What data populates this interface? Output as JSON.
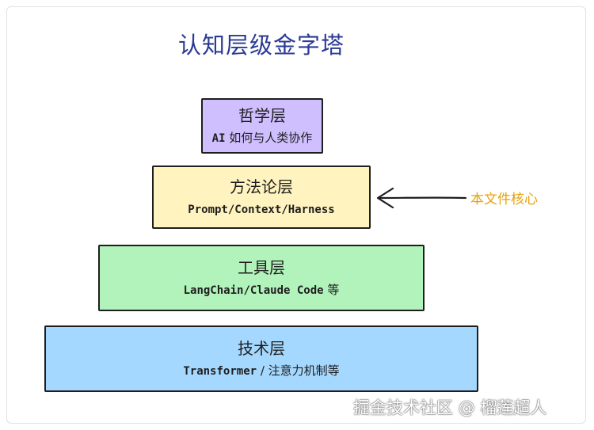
{
  "title": "认知层级金字塔",
  "layers": [
    {
      "name": "哲学层",
      "desc_bold": "AI",
      "desc_plain": " 如何与人类协作"
    },
    {
      "name": "方法论层",
      "desc_bold": "Prompt/Context/Harness",
      "desc_plain": ""
    },
    {
      "name": "工具层",
      "desc_bold": "LangChain/Claude Code",
      "desc_plain": " 等"
    },
    {
      "name": "技术层",
      "desc_bold": "Transformer",
      "desc_plain": " / 注意力机制等"
    }
  ],
  "annotation": {
    "text": "本文件核心",
    "color": "#e8a10a"
  },
  "watermark": "掘金技术社区 @ 榴莲超人",
  "colors": {
    "title": "#2b3a96",
    "philosophy": "#d0bfff",
    "methodology": "#fff3bf",
    "tools": "#b2f2bb",
    "technology": "#a5d8ff"
  }
}
